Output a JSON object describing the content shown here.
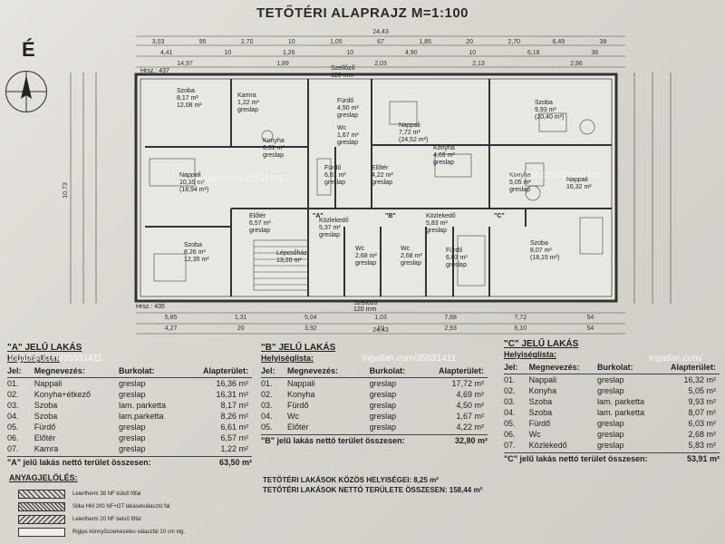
{
  "title": "TETŐTÉRI ALAPRAJZ  M=1:100",
  "north_label": "É",
  "watermark": "ingatlan.com/35531411",
  "watermark_short": "ingatlan.com/",
  "plan": {
    "top_dims_row1": [
      "3,03",
      "95",
      "2,70",
      "10",
      "1,05",
      "67",
      "1,85",
      "20",
      "2,70",
      "6,49",
      "38"
    ],
    "top_dims_row2": [
      "4,41",
      "10",
      "1,26",
      "10",
      "4,90",
      "10",
      "6,18",
      "38"
    ],
    "top_dims_row3": [
      "14,97",
      "1,89",
      "2,03",
      "2,13",
      "2,86"
    ],
    "overall_width": "24,43",
    "left_overall": "10,73",
    "bottom_dims_row1": [
      "5,85",
      "1,31",
      "5,04",
      "1,03",
      "7,68",
      "7,72",
      "54"
    ],
    "bottom_dims_row2": [
      "4,27",
      "20",
      "3,92",
      "10",
      "2,93",
      "6,10",
      "54"
    ],
    "bottom_overall": "24,43",
    "hrsz_top": "Hrsz.: 437",
    "hrsz_bottom": "Hrsz.: 435",
    "street_top_label": "Szellőző",
    "street_top_value": "120 mm",
    "street_bottom_label": "Szellőző",
    "street_bottom_value": "120 mm",
    "rooms": [
      {
        "name": "Szoba",
        "area": "8,17 m²",
        "sub": "12,08 m²"
      },
      {
        "name": "Kamra",
        "area": "1,22 m²",
        "sub": "greslap"
      },
      {
        "name": "Konyha",
        "area": "6,31 m²",
        "sub": "greslap"
      },
      {
        "name": "Fürdő",
        "area": "4,50 m²",
        "sub": "greslap"
      },
      {
        "name": "Wc",
        "area": "1,67 m²",
        "sub": "greslap"
      },
      {
        "name": "Nappali",
        "area": "7,72 m²",
        "sub": "(24,52 m²)"
      },
      {
        "name": "Konyha",
        "area": "4,69 m²",
        "sub": "greslap"
      },
      {
        "name": "Szoba",
        "area": "9,93 m²",
        "sub": "(20,40 m²)"
      },
      {
        "name": "Nappali",
        "area": "10,35 m²",
        "sub": "(18,94 m²)"
      },
      {
        "name": "Fürdő",
        "area": "6,61 m²",
        "sub": "greslap"
      },
      {
        "name": "Előtér",
        "area": "4,22 m²",
        "sub": "greslap"
      },
      {
        "name": "Konyha",
        "area": "5,05 m²",
        "sub": "greslap"
      },
      {
        "name": "Nappali",
        "area": "16,32 m²",
        "sub": ""
      },
      {
        "name": "Előtér",
        "area": "6,57 m²",
        "sub": "greslap"
      },
      {
        "name": "Közlekedő",
        "area": "5,37 m²",
        "sub": "greslap"
      },
      {
        "name": "Közlekedő",
        "area": "5,83 m²",
        "sub": "greslap"
      },
      {
        "name": "Szoba",
        "area": "8,26 m²",
        "sub": "12,35 m²"
      },
      {
        "name": "Lépcsőház",
        "area": "13,20 m²",
        "sub": ""
      },
      {
        "name": "Wc",
        "area": "2,68 m²",
        "sub": "greslap"
      },
      {
        "name": "Wc",
        "area": "2,68 m²",
        "sub": "greslap"
      },
      {
        "name": "Fürdő",
        "area": "6,03 m²",
        "sub": "greslap"
      },
      {
        "name": "Szoba",
        "area": "8,07 m²",
        "sub": "(18,15 m²)"
      }
    ],
    "door_labels": [
      "\"A\"",
      "\"B\"",
      "\"C\""
    ]
  },
  "schedule_a": {
    "heading": "\"A\" JELŰ LAKÁS",
    "subheading": "Helyiséglista:",
    "columns": [
      "Jel:",
      "Megnevezés:",
      "Burkolat:",
      "Alapterület:"
    ],
    "rows": [
      [
        "01.",
        "Nappali",
        "greslap",
        "16,36 m²"
      ],
      [
        "02.",
        "Konyha+étkező",
        "greslap",
        "16,31 m²"
      ],
      [
        "03.",
        "Szoba",
        "lam. parketta",
        "8,17 m²"
      ],
      [
        "04.",
        "Szoba",
        "lam.parketta",
        "8,26 m²"
      ],
      [
        "05.",
        "Fürdő",
        "greslap",
        "6,61 m²"
      ],
      [
        "06.",
        "Előtér",
        "greslap",
        "6,57 m²"
      ],
      [
        "07.",
        "Kamra",
        "greslap",
        "1,22 m²"
      ]
    ],
    "total_label": "\"A\" jelű lakás nettó terület összesen:",
    "total_value": "63,50 m²"
  },
  "schedule_b": {
    "heading": "\"B\" JELŰ LAKÁS",
    "subheading": "Helyiséglista:",
    "columns": [
      "Jel:",
      "Megnevezés:",
      "Burkolat:",
      "Alapterület:"
    ],
    "rows": [
      [
        "01.",
        "Nappali",
        "greslap",
        "17,72 m²"
      ],
      [
        "02.",
        "Konyha",
        "greslap",
        "4,69 m²"
      ],
      [
        "03.",
        "Fürdő",
        "greslap",
        "4,50 m²"
      ],
      [
        "04.",
        "Wc",
        "greslap",
        "1,67 m²"
      ],
      [
        "05.",
        "Előtér",
        "greslap",
        "4,22 m²"
      ]
    ],
    "total_label": "\"B\" jelű lakás nettó terület összesen:",
    "total_value": "32,80 m²"
  },
  "schedule_c": {
    "heading": "\"C\" JELŰ LAKÁS",
    "subheading": "Helyiséglista:",
    "columns": [
      "Jel:",
      "Megnevezés:",
      "Burkolat:",
      "Alapterület:"
    ],
    "rows": [
      [
        "01.",
        "Nappali",
        "greslap",
        "16,32 m²"
      ],
      [
        "02.",
        "Konyha",
        "greslap",
        "5,05 m²"
      ],
      [
        "03.",
        "Szoba",
        "lam. parketta",
        "9,93 m²"
      ],
      [
        "04.",
        "Szoba",
        "lam. parketta",
        "8,07 m²"
      ],
      [
        "05.",
        "Fürdő",
        "greslap",
        "6,03 m²"
      ],
      [
        "06.",
        "Wc",
        "greslap",
        "2,68 m²"
      ],
      [
        "07.",
        "Közlekedő",
        "greslap",
        "5,83 m²"
      ]
    ],
    "total_label": "\"C\" jelű lakás nettó terület összesen:",
    "total_value": "53,91 m²"
  },
  "common_area": "TETŐTÉRI LAKÁSOK KÖZÖS HELYISÉGEI: 8,25 m²",
  "net_total": "TETŐTÉRI LAKÁSOK NETTÓ TERÜLETE ÖSSZESEN: 158,44 m²",
  "legend": {
    "heading": "ANYAGJELÖLÉS:",
    "items": [
      "Leiertherm 38 NF külső főfal",
      "Silka HM 200 NF+GT lakáselválasztó fal",
      "Leiertherm 20 NF belső főfal",
      "Rigips könnyűszerkezetes válaszfal 10 cm vtg."
    ]
  }
}
